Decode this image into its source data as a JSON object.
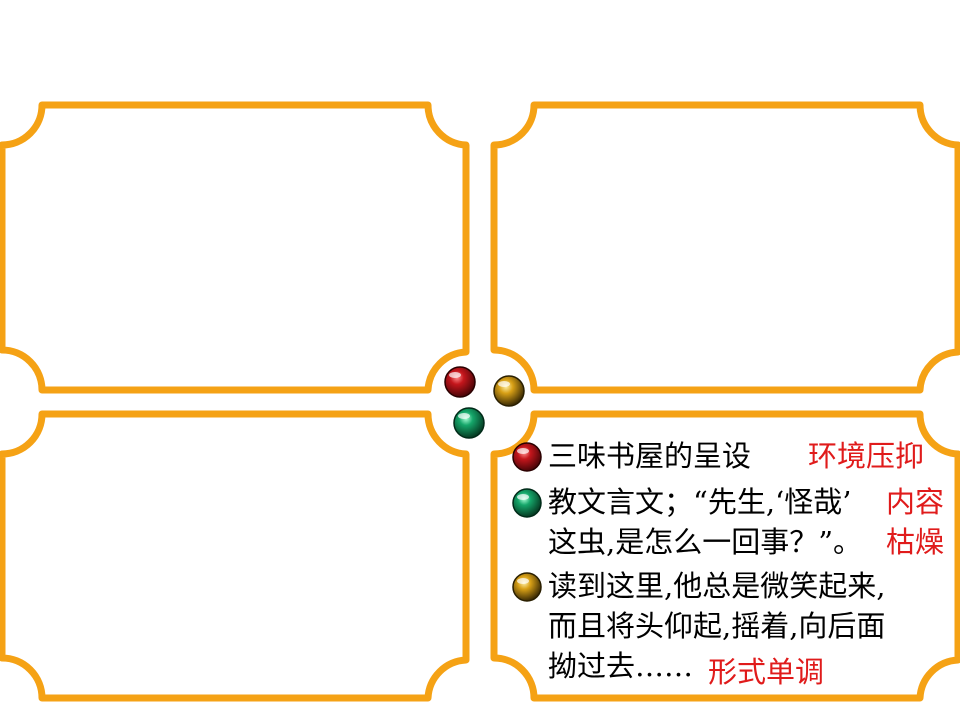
{
  "colors": {
    "frame": "#f5a215",
    "note": "#e01b1b"
  },
  "balls": [
    {
      "name": "red-ball-icon",
      "color": "#c4161c"
    },
    {
      "name": "gold-ball-icon",
      "color": "#d8a016"
    },
    {
      "name": "green-ball-icon",
      "color": "#15a66a"
    }
  ],
  "items": [
    {
      "bullet": "red",
      "lines": [
        "三味书屋的呈设"
      ],
      "note": "环境压抑"
    },
    {
      "bullet": "green",
      "lines": [
        "教文言文；“先生,‘怪哉’",
        "这虫,是怎么一回事？”。"
      ],
      "notes": [
        "内容",
        "枯燥"
      ]
    },
    {
      "bullet": "gold",
      "lines": [
        "读到这里,他总是微笑起来,",
        "而且将头仰起,摇着,向后面",
        "拗过去……"
      ],
      "note": "形式单调"
    }
  ]
}
